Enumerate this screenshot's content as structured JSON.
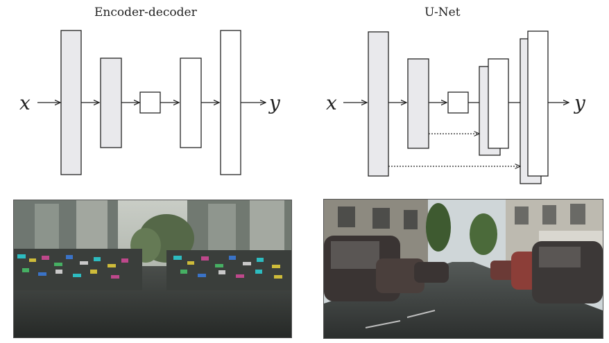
{
  "titles": {
    "left": "Encoder-decoder",
    "right": "U-Net"
  },
  "labels": {
    "input": "x",
    "output": "y"
  },
  "colors": {
    "shaded_block": "#e9e9ec",
    "block_stroke": "#222222",
    "white_block": "#ffffff"
  }
}
